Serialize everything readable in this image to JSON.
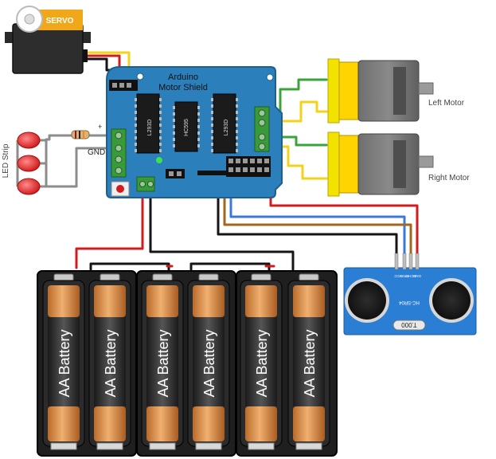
{
  "servo": {
    "label": "SERVO"
  },
  "shield": {
    "title_line1": "Arduino",
    "title_line2": "Motor Shield",
    "chips": [
      "L293D",
      "HC595",
      "L293D"
    ],
    "plus_mark": "+",
    "gnd_label": "GND"
  },
  "led_strip": {
    "label": "LED Strip"
  },
  "motors": {
    "left_label": "Left Motor",
    "right_label": "Right Motor"
  },
  "sensor": {
    "model": "HC-SR04",
    "pins": [
      "VCC",
      "TRIG",
      "ECHO",
      "GND"
    ],
    "crystal_text": "T.000"
  },
  "batteries": {
    "label": "AA Battery",
    "count": 6
  },
  "colors": {
    "board": "#2b7fba",
    "wire_red": "#d01c1c",
    "wire_black": "#151515",
    "wire_yellow": "#f3d21b",
    "wire_green": "#3aa43a",
    "wire_blue": "#3c78d8",
    "wire_brown": "#a0671f",
    "wire_gray": "#8c8c8c"
  }
}
